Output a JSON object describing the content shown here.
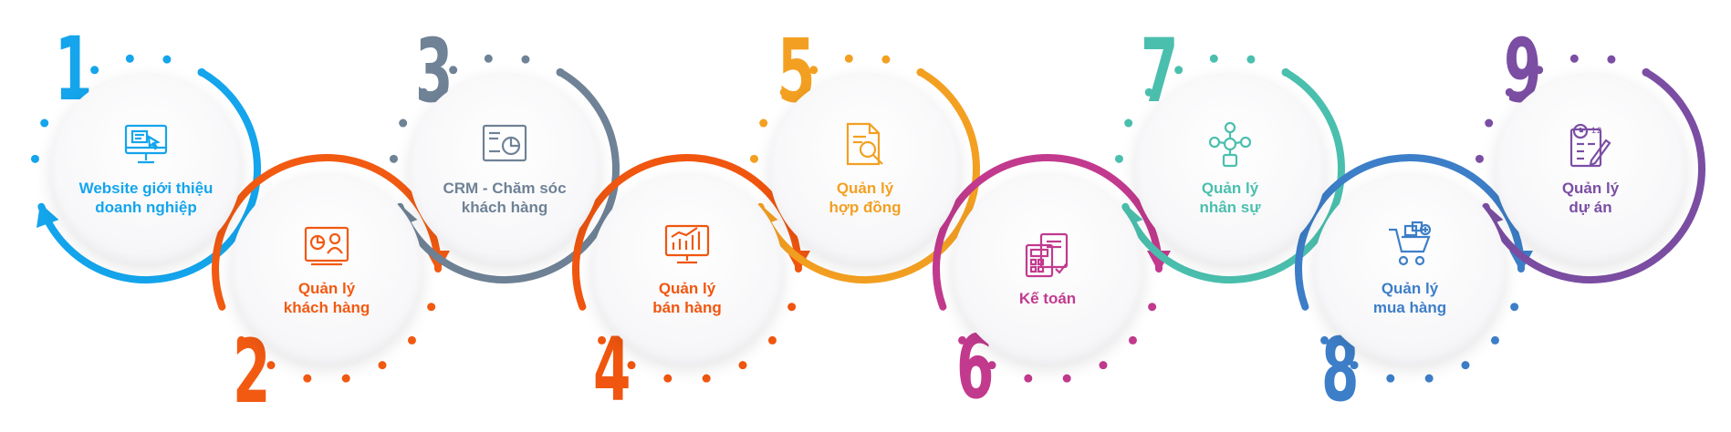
{
  "steps": [
    {
      "number": "1",
      "label_line1": "Website giới thiệu",
      "label_line2": "doanh nghiệp",
      "color": "#14a5ec",
      "icon": "monitor-website-icon"
    },
    {
      "number": "2",
      "label_line1": "Quản lý",
      "label_line2": "khách hàng",
      "color": "#f25a12",
      "icon": "customer-profile-icon"
    },
    {
      "number": "3",
      "label_line1": "CRM - Chăm sóc",
      "label_line2": "khách hàng",
      "color": "#6f8296",
      "icon": "crm-dashboard-icon"
    },
    {
      "number": "4",
      "label_line1": "Quản lý",
      "label_line2": "bán hàng",
      "color": "#f0560f",
      "icon": "sales-chart-icon"
    },
    {
      "number": "5",
      "label_line1": "Quản lý",
      "label_line2": "hợp đồng",
      "color": "#f3a022",
      "icon": "contract-search-icon"
    },
    {
      "number": "6",
      "label_line1": "Kế toán",
      "label_line2": "",
      "color": "#c23a8e",
      "icon": "accounting-calculator-icon"
    },
    {
      "number": "7",
      "label_line1": "Quản lý",
      "label_line2": "nhân sự",
      "color": "#4bbfae",
      "icon": "hr-network-icon"
    },
    {
      "number": "8",
      "label_line1": "Quản lý",
      "label_line2": "mua hàng",
      "color": "#3d7ec8",
      "icon": "shopping-cart-icon"
    },
    {
      "number": "9",
      "label_line1": "Quản lý",
      "label_line2": "dự án",
      "color": "#7b4ea3",
      "icon": "project-plan-icon"
    }
  ]
}
